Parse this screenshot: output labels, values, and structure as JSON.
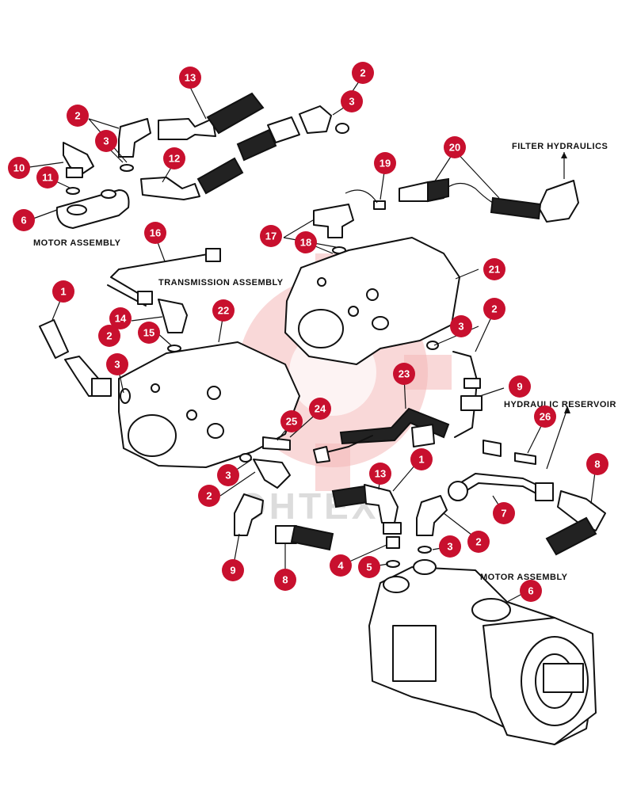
{
  "captions": {
    "motor_assembly_upper": "MOTOR ASSEMBLY",
    "transmission_assembly": "TRANSMISSION ASSEMBLY",
    "filter_hydraulics": "FILTER HYDRAULICS",
    "hydraulic_reservoir": "HYDRAULIC RESERVOIR",
    "motor_assembly_lower": "MOTOR ASSEMBLY"
  },
  "watermark": {
    "text": "OHTEX"
  },
  "callouts": [
    "13",
    "2",
    "2",
    "3",
    "3",
    "10",
    "12",
    "11",
    "6",
    "19",
    "20",
    "17",
    "18",
    "16",
    "21",
    "1",
    "22",
    "14",
    "2",
    "15",
    "3",
    "3",
    "2",
    "23",
    "9",
    "26",
    "24",
    "25",
    "1",
    "8",
    "3",
    "2",
    "13",
    "7",
    "9",
    "8",
    "4",
    "5",
    "3",
    "2",
    "6"
  ],
  "colors": {
    "callout": "#c8102e",
    "watermark_gear": "#f4b8b8"
  }
}
